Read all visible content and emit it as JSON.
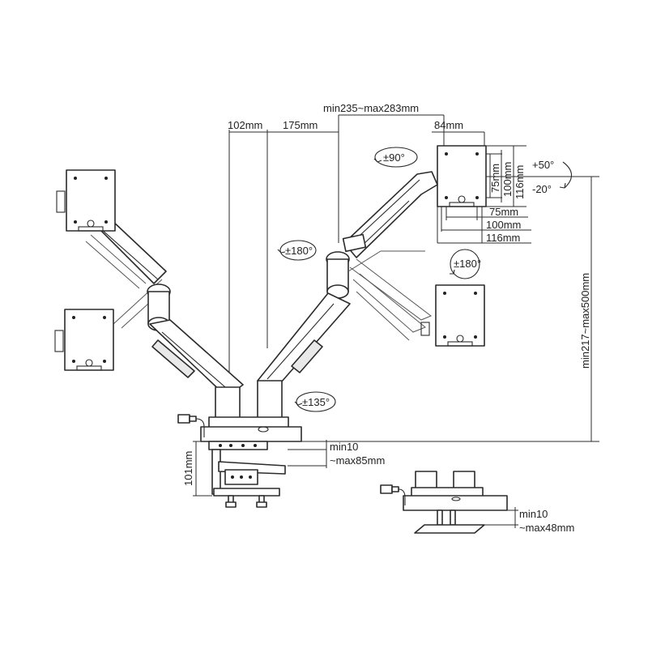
{
  "labels": {
    "arm_gap": "102mm",
    "arm_reach": "175mm",
    "extension_range": "min235~max283mm",
    "plate_offset": "84mm",
    "rotate_90": "±90°",
    "tilt_up": "+50°",
    "tilt_down": "-20°",
    "vesa_v75": "75mm",
    "vesa_v100": "100mm",
    "vesa_v116": "116mm",
    "vesa_h75": "75mm",
    "vesa_h100": "100mm",
    "vesa_h116": "116mm",
    "swivel_left": "±180°",
    "swivel_right": "±180°",
    "base_rotate": "±135°",
    "height_range": "min217~max500mm",
    "clamp_height": "101mm",
    "clamp_range_line1": "min10",
    "clamp_range_line2": "~max85mm",
    "grommet_range_line1": "min10",
    "grommet_range_line2": "~max48mm"
  }
}
